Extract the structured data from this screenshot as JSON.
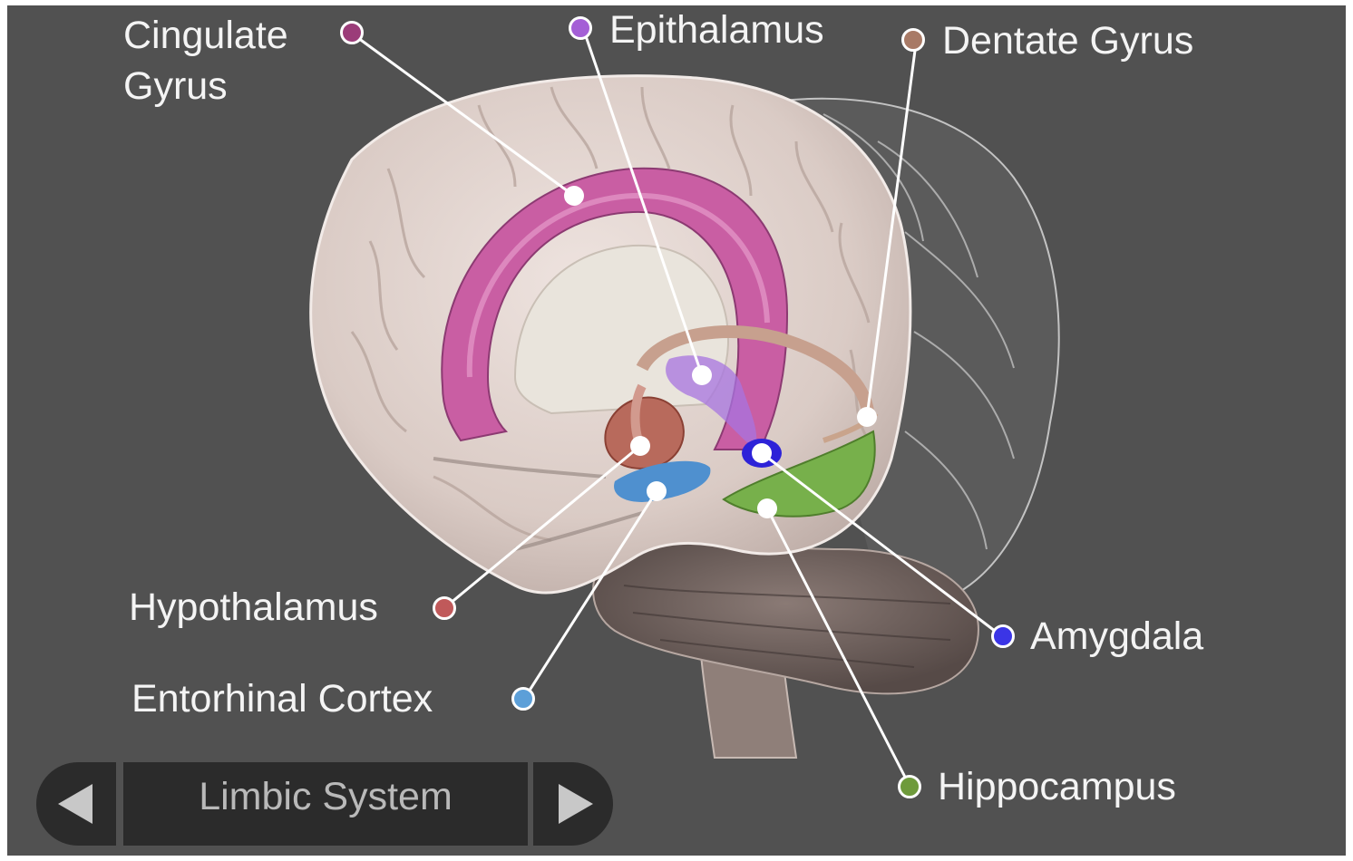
{
  "labels": {
    "cingulate_line1": "Cingulate",
    "cingulate_line2": "Gyrus",
    "epithalamus": "Epithalamus",
    "dentate_gyrus": "Dentate Gyrus",
    "hypothalamus": "Hypothalamus",
    "entorhinal_cortex": "Entorhinal Cortex",
    "amygdala": "Amygdala",
    "hippocampus": "Hippocampus"
  },
  "colors": {
    "cingulate": "#9b3c79",
    "epithalamus": "#a45fd6",
    "dentate_gyrus": "#a87a66",
    "hypothalamus": "#c0595a",
    "entorhinal_cortex": "#5c9fd8",
    "amygdala": "#3b35e6",
    "hippocampus": "#6e9a3b"
  },
  "nav": {
    "title": "Limbic System",
    "prev_icon": "triangle-left-icon",
    "next_icon": "triangle-right-icon"
  }
}
